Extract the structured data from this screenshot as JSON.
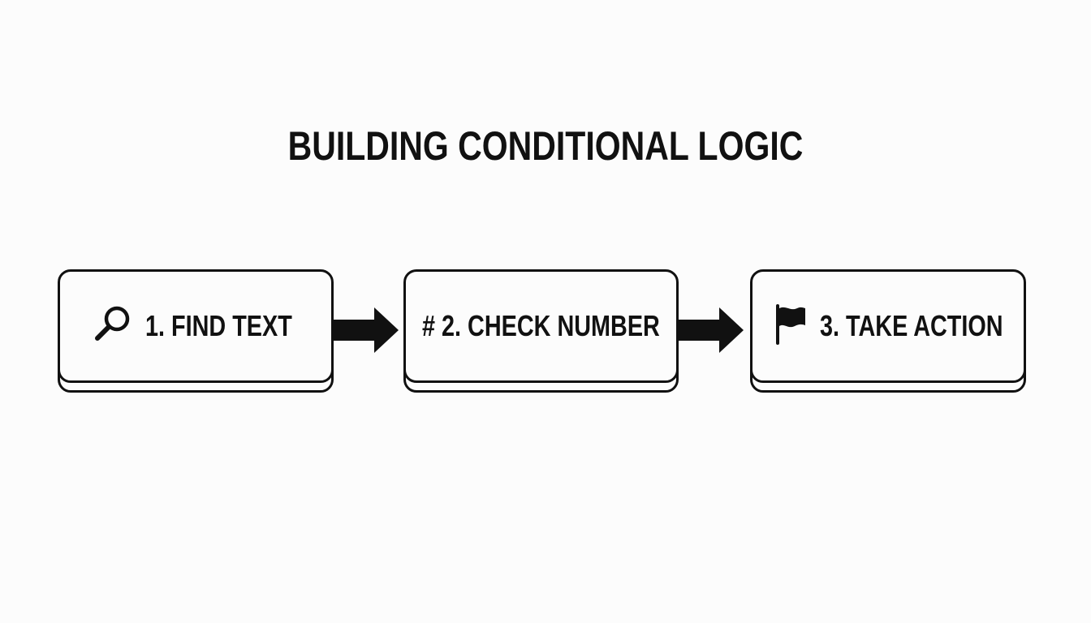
{
  "title": "BUILDING CONDITIONAL LOGIC",
  "steps": [
    {
      "label": "1. FIND TEXT",
      "icon": "search-icon"
    },
    {
      "label": "# 2. CHECK NUMBER",
      "icon": "hash-icon"
    },
    {
      "label": "3. TAKE ACTION",
      "icon": "flag-icon"
    }
  ],
  "colors": {
    "background": "#fcfcfc",
    "stroke": "#111111"
  }
}
